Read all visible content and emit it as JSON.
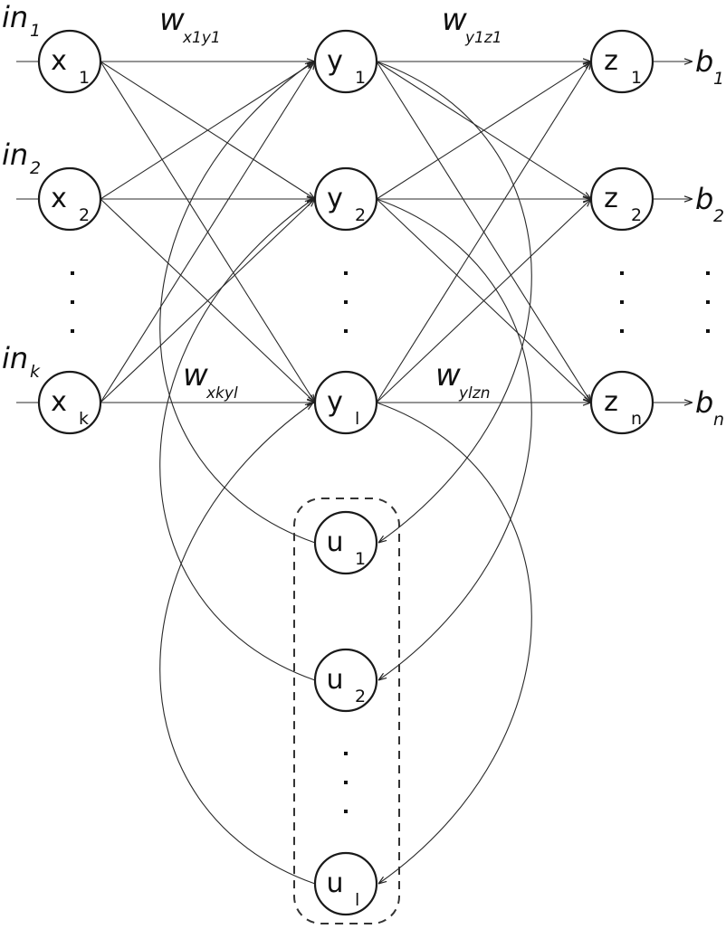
{
  "diagram": {
    "title": "",
    "layers": {
      "input": {
        "nodes": [
          {
            "id": "x1",
            "base": "x",
            "sub": "1",
            "input_label": "in",
            "input_sub": "1"
          },
          {
            "id": "x2",
            "base": "x",
            "sub": "2",
            "input_label": "in",
            "input_sub": "2"
          },
          {
            "id": "xk",
            "base": "x",
            "sub": "k",
            "input_label": "in",
            "input_sub": "k"
          }
        ],
        "ellipsis": "..."
      },
      "hidden": {
        "nodes": [
          {
            "id": "y1",
            "base": "y",
            "sub": "1"
          },
          {
            "id": "y2",
            "base": "y",
            "sub": "2"
          },
          {
            "id": "yl",
            "base": "y",
            "sub": "l"
          }
        ],
        "ellipsis": "..."
      },
      "output": {
        "nodes": [
          {
            "id": "z1",
            "base": "z",
            "sub": "1",
            "output_label": "b",
            "output_sub": "1"
          },
          {
            "id": "z2",
            "base": "z",
            "sub": "2",
            "output_label": "b",
            "output_sub": "2"
          },
          {
            "id": "zn",
            "base": "z",
            "sub": "n",
            "output_label": "b",
            "output_sub": "n"
          }
        ],
        "ellipsis": "..."
      },
      "context": {
        "nodes": [
          {
            "id": "u1",
            "base": "u",
            "sub": "1"
          },
          {
            "id": "u2",
            "base": "u",
            "sub": "2"
          },
          {
            "id": "ul",
            "base": "u",
            "sub": "l"
          }
        ],
        "ellipsis": "...",
        "grouped": true
      }
    },
    "weight_labels": [
      {
        "id": "w-x1y1",
        "base": "w",
        "sub": "x1y1"
      },
      {
        "id": "w-y1z1",
        "base": "w",
        "sub": "y1z1"
      },
      {
        "id": "w-xkyl",
        "base": "w",
        "sub": "xkyl"
      },
      {
        "id": "w-ylzn",
        "base": "w",
        "sub": "ylzn"
      }
    ],
    "edges": {
      "input_to_hidden": "fully-connected",
      "hidden_to_output": "fully-connected",
      "hidden_to_context": [
        [
          "y1",
          "u1"
        ],
        [
          "y2",
          "u2"
        ],
        [
          "yl",
          "ul"
        ]
      ],
      "context_to_hidden": [
        [
          "u1",
          "y1"
        ],
        [
          "u2",
          "y2"
        ],
        [
          "ul",
          "yl"
        ]
      ]
    }
  }
}
